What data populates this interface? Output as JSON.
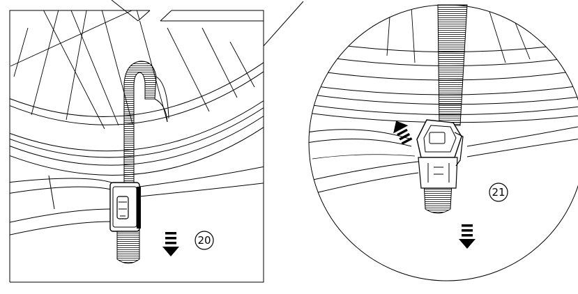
{
  "panels": [
    {
      "id": "step-20",
      "step_number": "20",
      "arrow_direction": "down"
    },
    {
      "id": "step-21",
      "step_number": "21",
      "arrow_direction": "down",
      "secondary_arrow_direction": "up-left"
    }
  ],
  "colors": {
    "line": "#000000",
    "background": "#ffffff"
  }
}
